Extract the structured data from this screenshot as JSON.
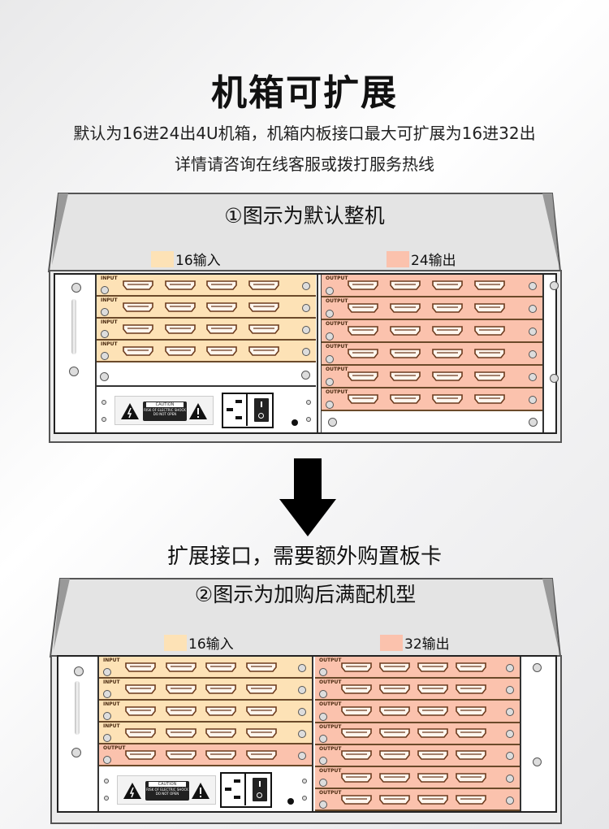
{
  "header": {
    "title": "机箱可扩展",
    "subtitle_line1": "默认为16进24出4U机箱，机箱内板接口最大可扩展为16进32出",
    "subtitle_line2": "详情请咨询在线客服或拨打服务热线"
  },
  "colors": {
    "input": "#fde2b6",
    "output": "#fbc2ad",
    "arrow": "#000000"
  },
  "caution": {
    "title": "CAUTION",
    "line1": "RISK OF ELECTRIC SHOCK",
    "line2": "DO NOT OPEN"
  },
  "chassis_default": {
    "title": "①图示为默认整机",
    "legend_input": "16输入",
    "legend_output": "24输出",
    "left_cards": [
      "INPUT",
      "INPUT",
      "INPUT",
      "INPUT"
    ],
    "right_cards": [
      "OUTPUT",
      "OUTPUT",
      "OUTPUT",
      "OUTPUT",
      "OUTPUT",
      "OUTPUT"
    ]
  },
  "arrow_icon": "arrow-down-icon",
  "expansion_note": "扩展接口，需要额外购置板卡",
  "chassis_full": {
    "title": "②图示为加购后满配机型",
    "legend_input": "16输入",
    "legend_output": "32输出",
    "left_cards": [
      "INPUT",
      "INPUT",
      "INPUT",
      "INPUT",
      "OUTPUT"
    ],
    "right_cards": [
      "OUTPUT",
      "OUTPUT",
      "OUTPUT",
      "OUTPUT",
      "OUTPUT",
      "OUTPUT",
      "OUTPUT"
    ]
  }
}
